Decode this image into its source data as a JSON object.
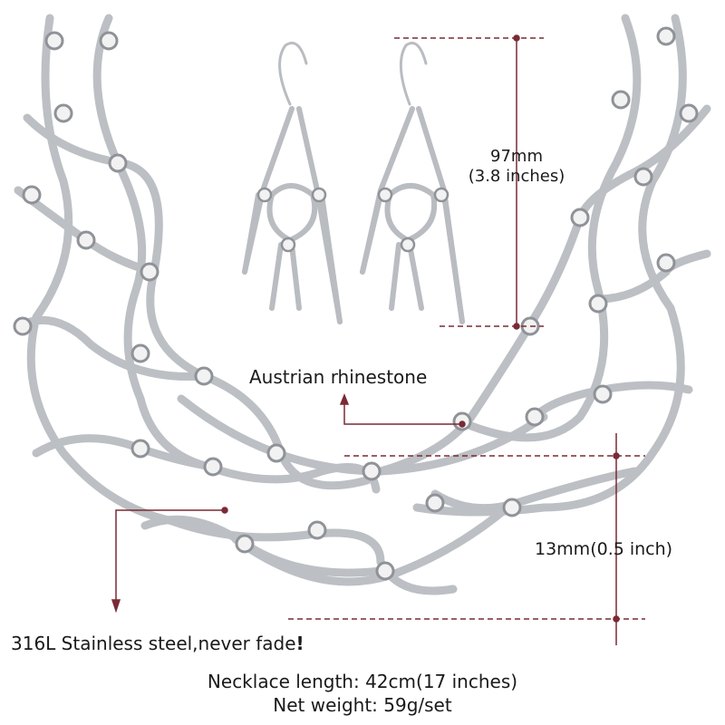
{
  "measure": {
    "earring_length_mm": "97mm",
    "earring_length_in": "(3.8 inches)",
    "link_width": "13mm(0.5 inch)"
  },
  "callouts": {
    "rhinestone": "Austrian rhinestone",
    "steel": "316L Stainless steel,never fade",
    "steel_mark": "!"
  },
  "specs": {
    "length": "Necklace length: 42cm(17 inches)",
    "weight": "Net weight: 59g/set"
  },
  "colors": {
    "dimension_line": "#7a2a35",
    "metal": "#b9bcc0",
    "metal_dark": "#8f9398",
    "stone": "#f2f2f2"
  }
}
